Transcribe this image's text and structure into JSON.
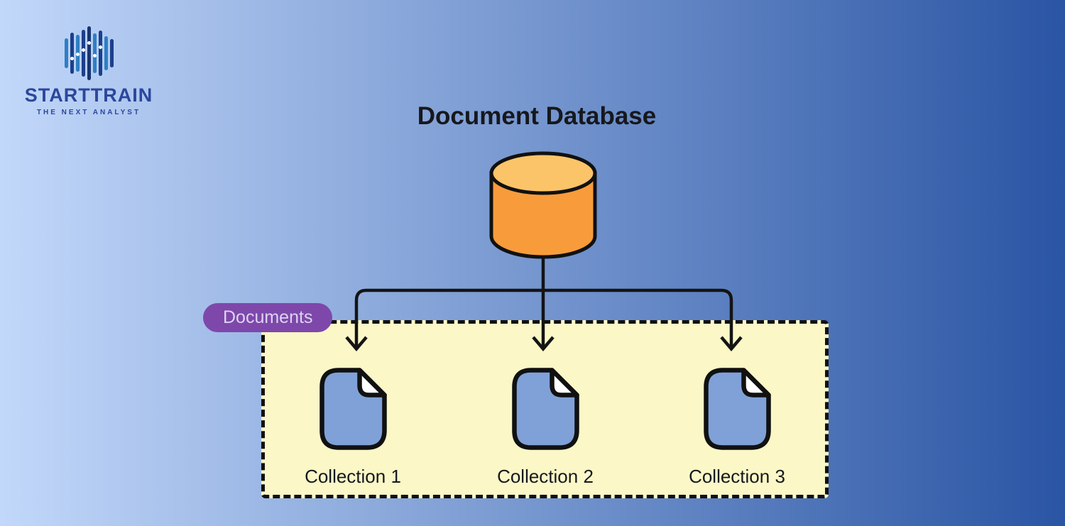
{
  "background": {
    "gradient_from": "#c2d8fa",
    "gradient_to": "#2a55a4"
  },
  "logo": {
    "brand": "STARTTRAIN",
    "tagline": "THE NEXT ANALYST",
    "text_color": "#2b479c",
    "bars": [
      {
        "height": 42,
        "color": "#2e7fc2",
        "dot": null
      },
      {
        "height": 58,
        "color": "#1c3f8e",
        "dot": 0.58
      },
      {
        "height": 52,
        "color": "#2e7fc2",
        "dot": 0.48
      },
      {
        "height": 66,
        "color": "#1c3f8e",
        "dot": 0.4
      },
      {
        "height": 76,
        "color": "#17356f",
        "dot": 0.28
      },
      {
        "height": 56,
        "color": "#2e7fc2",
        "dot": 0.52
      },
      {
        "height": 64,
        "color": "#1c3f8e",
        "dot": 0.33
      },
      {
        "height": 48,
        "color": "#2e7fc2",
        "dot": null
      },
      {
        "height": 40,
        "color": "#1c3f8e",
        "dot": null
      }
    ]
  },
  "diagram": {
    "title": "Document Database",
    "title_color": "#16181d",
    "database_icon": {
      "body_color": "#f89c3b",
      "top_color": "#fbc469",
      "stroke_color": "#111111"
    },
    "documents_badge": {
      "label": "Documents",
      "bg_color": "#7e48ab",
      "text_color": "#ddd4f2"
    },
    "collections_box": {
      "bg_color": "#fbf7c7",
      "border_color": "#111111"
    },
    "collections": [
      {
        "label": "Collection 1"
      },
      {
        "label": "Collection 2"
      },
      {
        "label": "Collection 3"
      }
    ],
    "document_icon": {
      "fill_color": "#7fa1d7",
      "fold_color": "#ffffff",
      "stroke_color": "#111111"
    },
    "connector_color": "#141414"
  }
}
